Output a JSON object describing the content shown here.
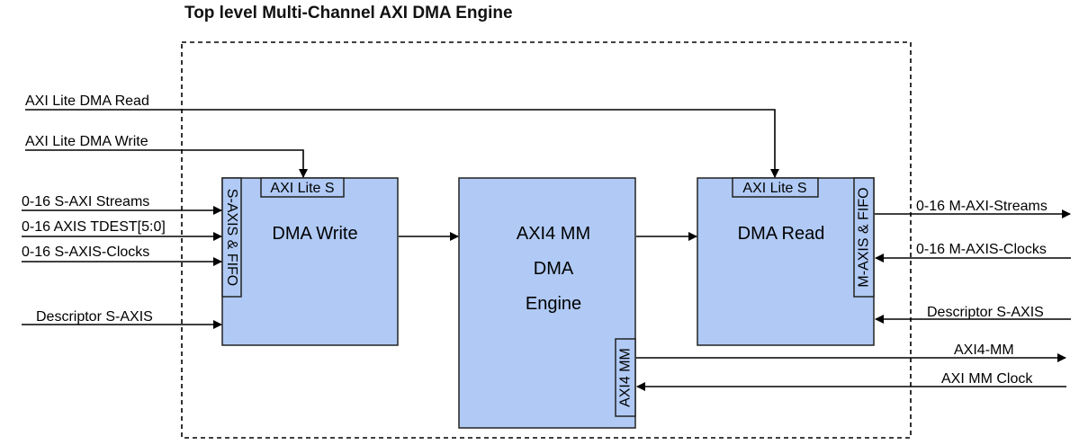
{
  "title": "Top level Multi-Channel AXI DMA Engine",
  "colors": {
    "block_fill": "#b0caf5",
    "outline": "#222222",
    "line": "#000000"
  },
  "blocks": {
    "dma_write": {
      "label": "DMA Write",
      "axi_lite_port": "AXI Lite S",
      "stream_port": "S-AXIS & FIFO"
    },
    "engine": {
      "line1": "AXI4 MM",
      "line2": "DMA",
      "line3": "Engine",
      "mm_port": "AXI4 MM"
    },
    "dma_read": {
      "label": "DMA Read",
      "axi_lite_port": "AXI Lite S",
      "stream_port": "M-AXIS & FIFO"
    }
  },
  "signals": {
    "axi_lite_read": "AXI Lite DMA Read",
    "axi_lite_write": "AXI Lite DMA Write",
    "s_axi_streams": "0-16 S-AXI Streams",
    "axis_tdest": "0-16 AXIS TDEST[5:0]",
    "s_axis_clocks": "0-16 S-AXIS-Clocks",
    "descriptor_write": "Descriptor S-AXIS",
    "m_axi_streams": "0-16 M-AXI-Streams",
    "m_axis_clocks": "0-16 M-AXIS-Clocks",
    "descriptor_read": "Descriptor S-AXIS",
    "axi4_mm": "AXI4-MM",
    "axi_mm_clock": "AXI MM Clock"
  }
}
